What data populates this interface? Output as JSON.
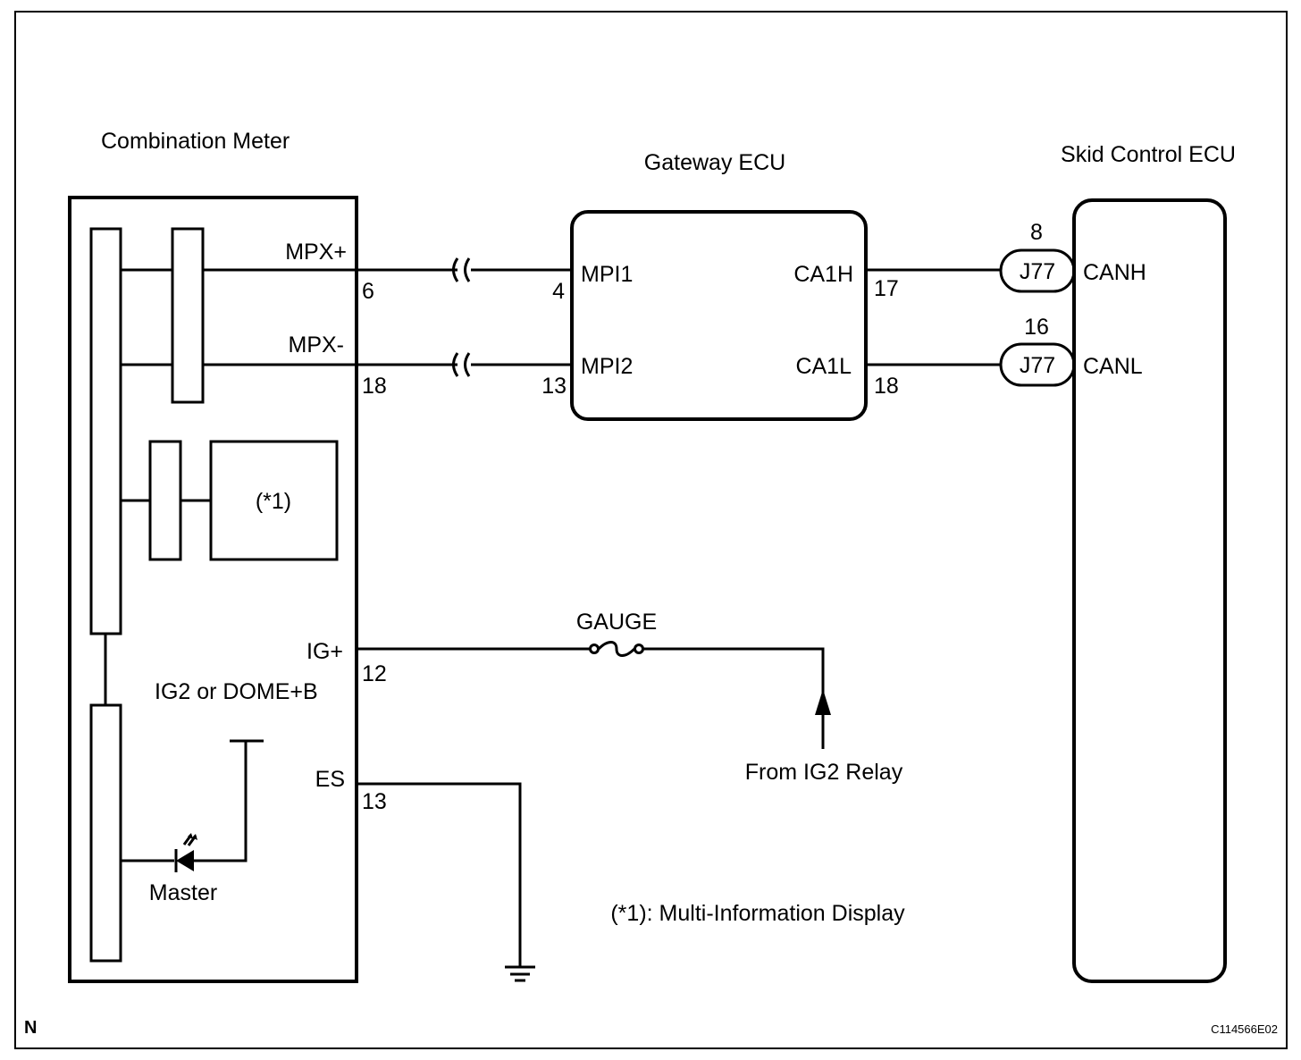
{
  "components": {
    "combination_meter": "Combination Meter",
    "gateway_ecu": "Gateway ECU",
    "skid_control_ecu": "Skid Control ECU"
  },
  "meter_terminals": {
    "mpx_plus": "MPX+",
    "mpx_minus": "MPX-",
    "ig_plus": "IG+",
    "es": "ES",
    "pin_mpx_plus": "6",
    "pin_mpx_minus": "18",
    "pin_ig_plus": "12",
    "pin_es": "13",
    "power_label": "IG2 or DOME+B",
    "sub_box_label": "(*1)",
    "master_label": "Master"
  },
  "gateway_terminals": {
    "mpi1": "MPI1",
    "mpi2": "MPI2",
    "ca1h": "CA1H",
    "ca1l": "CA1L",
    "pin_mpi1": "4",
    "pin_mpi2": "13",
    "pin_ca1h": "17",
    "pin_ca1l": "18"
  },
  "junctions": {
    "j1": "J77",
    "j2": "J77",
    "j1_pin": "8",
    "j2_pin": "16"
  },
  "skid_terminals": {
    "canh": "CANH",
    "canl": "CANL"
  },
  "fuse": {
    "label": "GAUGE"
  },
  "relay_source": "From IG2 Relay",
  "footnote": "(*1): Multi-Information Display",
  "corner_letter": "N",
  "figure_code": "C114566E02"
}
